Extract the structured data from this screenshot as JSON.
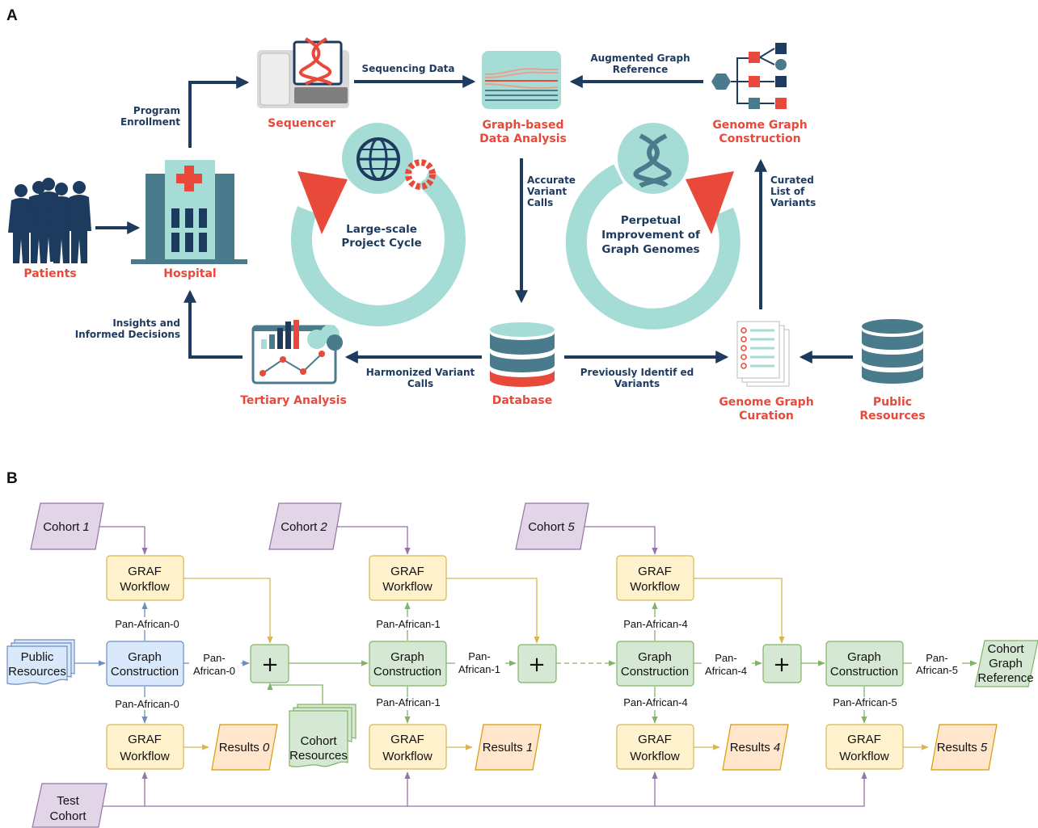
{
  "panel_a": {
    "label": "A",
    "patients": "Patients",
    "hospital": "Hospital",
    "sequencer": "Sequencer",
    "graph_analysis": [
      "Graph-based",
      "Data Analysis"
    ],
    "genome_graph_construction": [
      "Genome Graph",
      "Construction"
    ],
    "tertiary_analysis": "Tertiary Analysis",
    "database": "Database",
    "genome_graph_curation": [
      "Genome Graph",
      "Curation"
    ],
    "public_resources": [
      "Public",
      "Resources"
    ],
    "program_enrollment": [
      "Program",
      "Enrollment"
    ],
    "sequencing_data": "Sequencing Data",
    "augmented_graph_reference": [
      "Augmented Graph",
      "Reference"
    ],
    "accurate_variant_calls": [
      "Accurate",
      "Variant",
      "Calls"
    ],
    "curated_list": [
      "Curated",
      "List of",
      "Variants"
    ],
    "insights": [
      "Insights and",
      "Informed Decisions"
    ],
    "harmonized": [
      "Harmonized Variant",
      "Calls"
    ],
    "previously_identified": [
      "Previously Identif ed",
      "Variants"
    ],
    "large_scale_cycle": [
      "Large-scale",
      "Project Cycle"
    ],
    "perpetual_cycle": [
      "Perpetual",
      "Improvement of",
      "Graph Genomes"
    ]
  },
  "panel_b": {
    "label": "B",
    "cohort_prefix": "Cohort",
    "cohorts": [
      "1",
      "2",
      "5"
    ],
    "graf_workflow": [
      "GRAF",
      "Workflow"
    ],
    "graph_construction": [
      "Graph",
      "Construction"
    ],
    "public_resources": [
      "Public",
      "Resources"
    ],
    "cohort_resources": [
      "Cohort",
      "Resources"
    ],
    "cohort_graph_reference": [
      "Cohort",
      "Graph",
      "Reference"
    ],
    "test_cohort": [
      "Test",
      "Cohort"
    ],
    "results_prefix": "Results",
    "results": [
      "0",
      "1",
      "4",
      "5"
    ],
    "pan_labels": [
      "Pan-African-0",
      "Pan-African-1",
      "Pan-African-4",
      "Pan-African-5"
    ],
    "pan_split": [
      [
        "Pan-",
        "African-0"
      ],
      [
        "Pan-",
        "African-1"
      ],
      [
        "Pan-",
        "African-4"
      ],
      [
        "Pan-",
        "African-5"
      ]
    ],
    "plus": "+"
  },
  "colors": {
    "navy": "#1d3a5f",
    "red": "#e8493a",
    "teal": "#4a7b8c",
    "aqua": "#a6dcd6",
    "purple_fill": "#e1d5e7",
    "purple_stroke": "#9673a6",
    "yellow_fill": "#fff2cc",
    "yellow_stroke": "#d6b656",
    "blue_fill": "#dae8fc",
    "blue_stroke": "#6c8ebf",
    "green_fill": "#d5e8d4",
    "green_stroke": "#82b366",
    "orange_fill": "#ffe6cc",
    "orange_stroke": "#d79b00"
  }
}
